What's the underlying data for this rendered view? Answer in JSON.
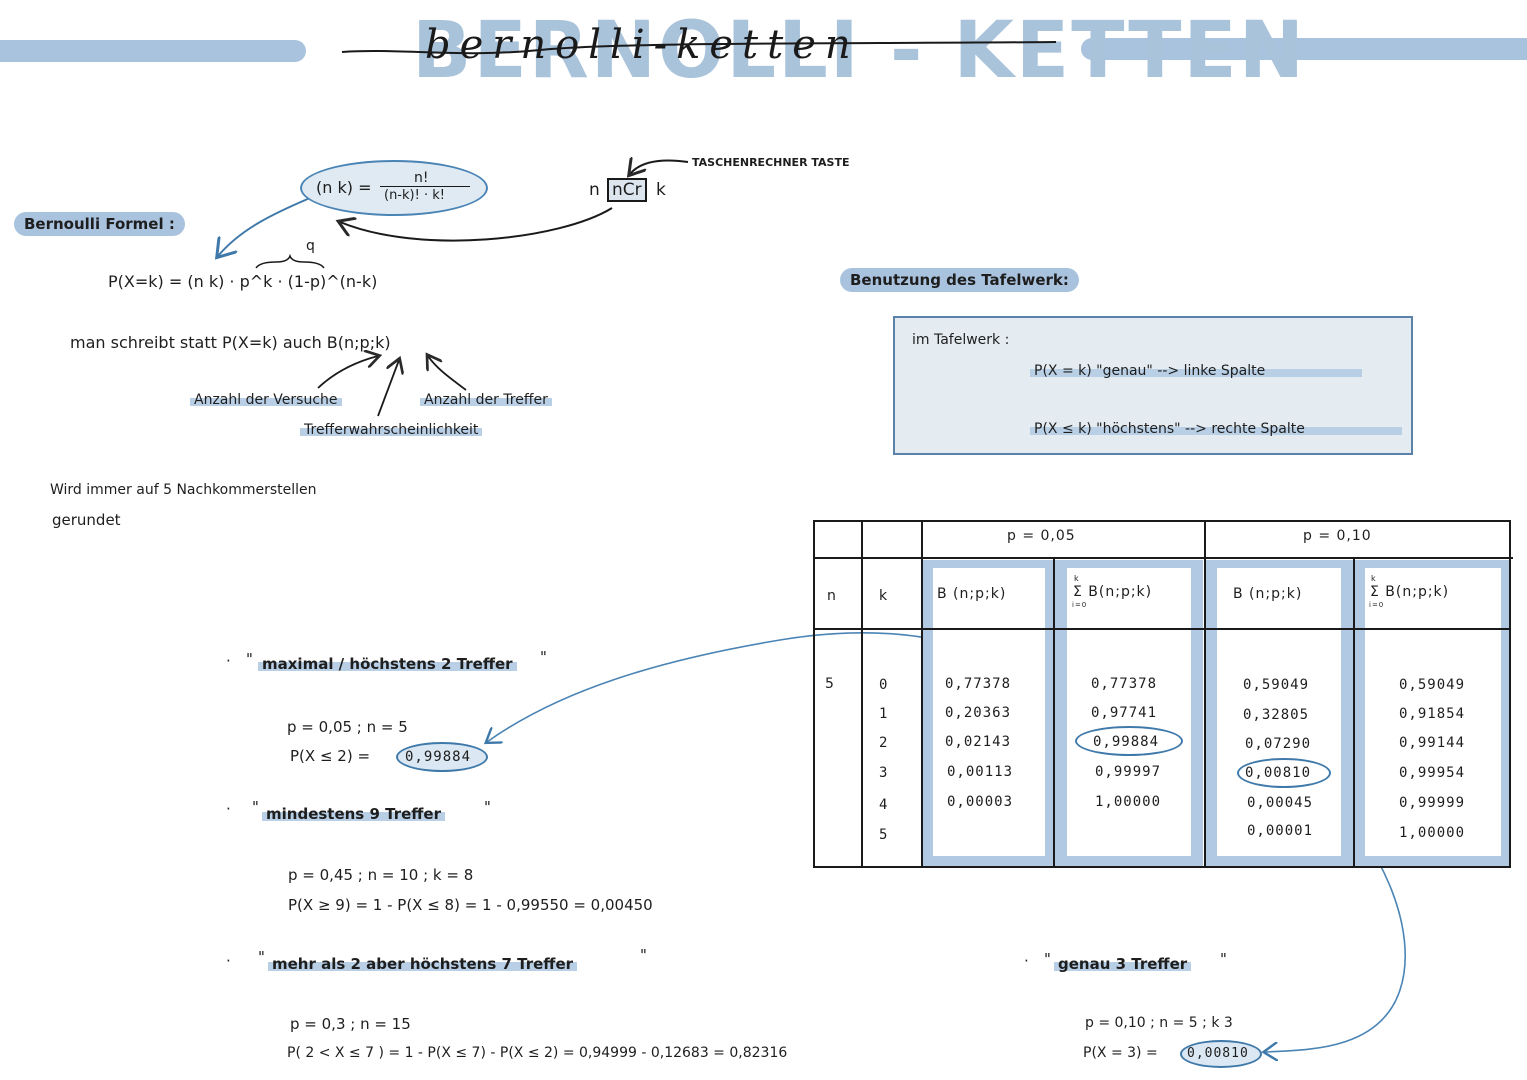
{
  "header": {
    "title": "BERNOLLI - KETTEN",
    "title_script": "bernolli-ketten"
  },
  "formula": {
    "binomial_def_lhs": "(n k) =",
    "binomial_def_num": "n!",
    "binomial_def_den": "(n-k)! · k!",
    "calc_key_n": "n",
    "calc_key": "nCr",
    "calc_key_k": "k",
    "calc_key_label": "TASCHENRECHNER TASTE",
    "bernoulli_label": "Bernoulli Formel :",
    "q_label": "q",
    "bernoulli_formula": "P(X=k) = (n k) · p^k · (1-p)^(n-k)",
    "notation_text": "man schreibt statt P(X=k) auch B(n;p;k)",
    "label_n": "Anzahl der Versuche",
    "label_p": "Trefferwahrscheinlichkeit",
    "label_k": "Anzahl der Treffer",
    "rounding_line1": "Wird immer auf 5 Nachkommerstellen",
    "rounding_line2": "gerundet"
  },
  "tafelwerk": {
    "heading": "Benutzung des Tafelwerk:",
    "box_title": "im Tafelwerk :",
    "row1": "P(X = k)   \"genau\"   -->  linke  Spalte",
    "row2": "P(X ≤ k)  \"höchstens\"  -->  rechte  Spalte"
  },
  "table": {
    "p_headers": [
      "p = 0,05",
      "p = 0,10"
    ],
    "col_n": "n",
    "col_k": "k",
    "col_b": "B (n;p;k)",
    "col_sum": "Σ B(n;p;k)",
    "sum_top": "k",
    "sum_bottom": "i=0",
    "n_value": "5",
    "k_values": [
      "0",
      "1",
      "2",
      "3",
      "4",
      "5"
    ],
    "p005_b": [
      "0,77378",
      "0,20363",
      "0,02143",
      "0,00113",
      "0,00003",
      ""
    ],
    "p005_sum": [
      "0,77378",
      "0,97741",
      "0,99884",
      "0,99997",
      "1,00000",
      ""
    ],
    "p010_b": [
      "0,59049",
      "0,32805",
      "0,07290",
      "0,00810",
      "0,00045",
      "0,00001"
    ],
    "p010_sum": [
      "0,59049",
      "0,91854",
      "0,99144",
      "0,99954",
      "0,99999",
      "1,00000"
    ]
  },
  "examples": {
    "ex1_title": "maximal / höchstens 2 Treffer",
    "ex1_params": "p = 0,05 ;   n = 5",
    "ex1_calc": "P(X ≤ 2) =",
    "ex1_result": "0,99884",
    "ex2_title": "mindestens 9 Treffer",
    "ex2_params": "p = 0,45 ; n = 10 ; k = 8",
    "ex2_calc": "P(X ≥ 9) = 1 - P(X ≤ 8) = 1 - 0,99550 = 0,00450",
    "ex3_title": "mehr als 2 aber höchstens 7 Treffer",
    "ex3_params": "p = 0,3 ; n = 15",
    "ex3_calc": "P( 2 < X ≤ 7 ) = 1 - P(X ≤ 7) - P(X ≤ 2) = 0,94999 - 0,12683 = 0,82316",
    "ex4_title": "genau 3 Treffer",
    "ex4_params": "p = 0,10 ; n = 5 ; k 3",
    "ex4_calc": "P(X = 3) =",
    "ex4_result": "0,00810"
  }
}
